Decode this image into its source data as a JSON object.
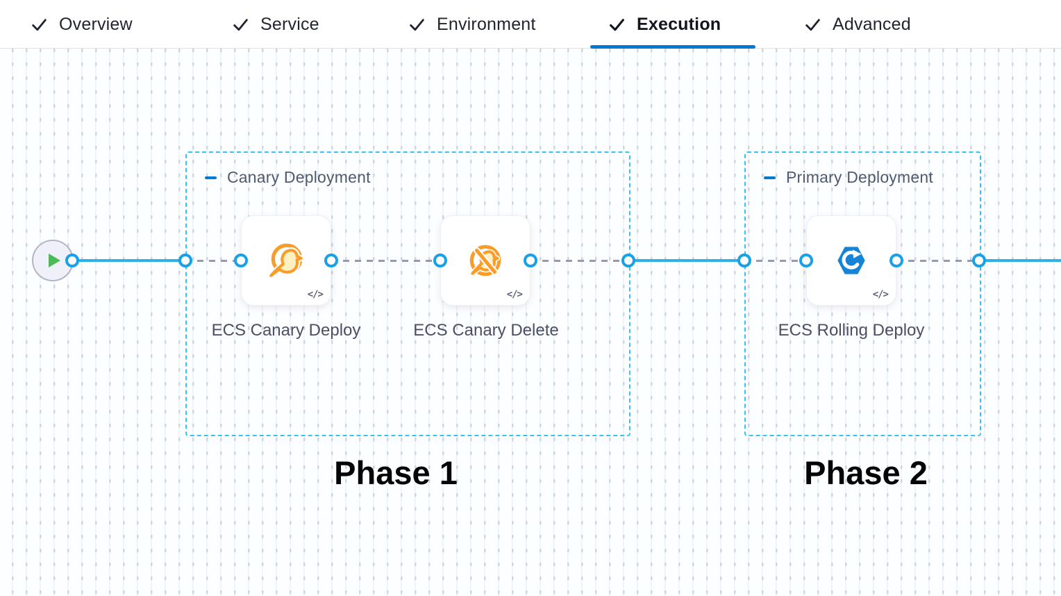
{
  "tab_bar": {
    "tabs": [
      {
        "label": "Overview",
        "completed": true,
        "active": false
      },
      {
        "label": "Service",
        "completed": true,
        "active": false
      },
      {
        "label": "Environment",
        "completed": true,
        "active": false
      },
      {
        "label": "Execution",
        "completed": true,
        "active": true
      },
      {
        "label": "Advanced",
        "completed": true,
        "active": false
      }
    ]
  },
  "canvas": {
    "start_node": {
      "icon": "play-icon"
    },
    "groups": [
      {
        "label": "Canary Deployment",
        "phase": "Phase 1",
        "steps": [
          {
            "label": "ECS Canary Deploy",
            "icon": "canary-deploy-icon",
            "badge": "</>"
          },
          {
            "label": "ECS Canary Delete",
            "icon": "canary-delete-icon",
            "badge": "</>"
          }
        ]
      },
      {
        "label": "Primary Deployment",
        "phase": "Phase 2",
        "steps": [
          {
            "label": "ECS Rolling Deploy",
            "icon": "ecs-rolling-deploy-icon",
            "badge": "</>"
          }
        ]
      }
    ]
  },
  "colors": {
    "accent_blue": "#0278d5",
    "connector_blue": "#2cb1ea",
    "connector_gray": "#979aad",
    "group_border_cyan": "#35c4f2",
    "canary_icon_orange": "#f99d2a",
    "ecs_icon_blue": "#1583d6",
    "play_green": "#4db957"
  }
}
